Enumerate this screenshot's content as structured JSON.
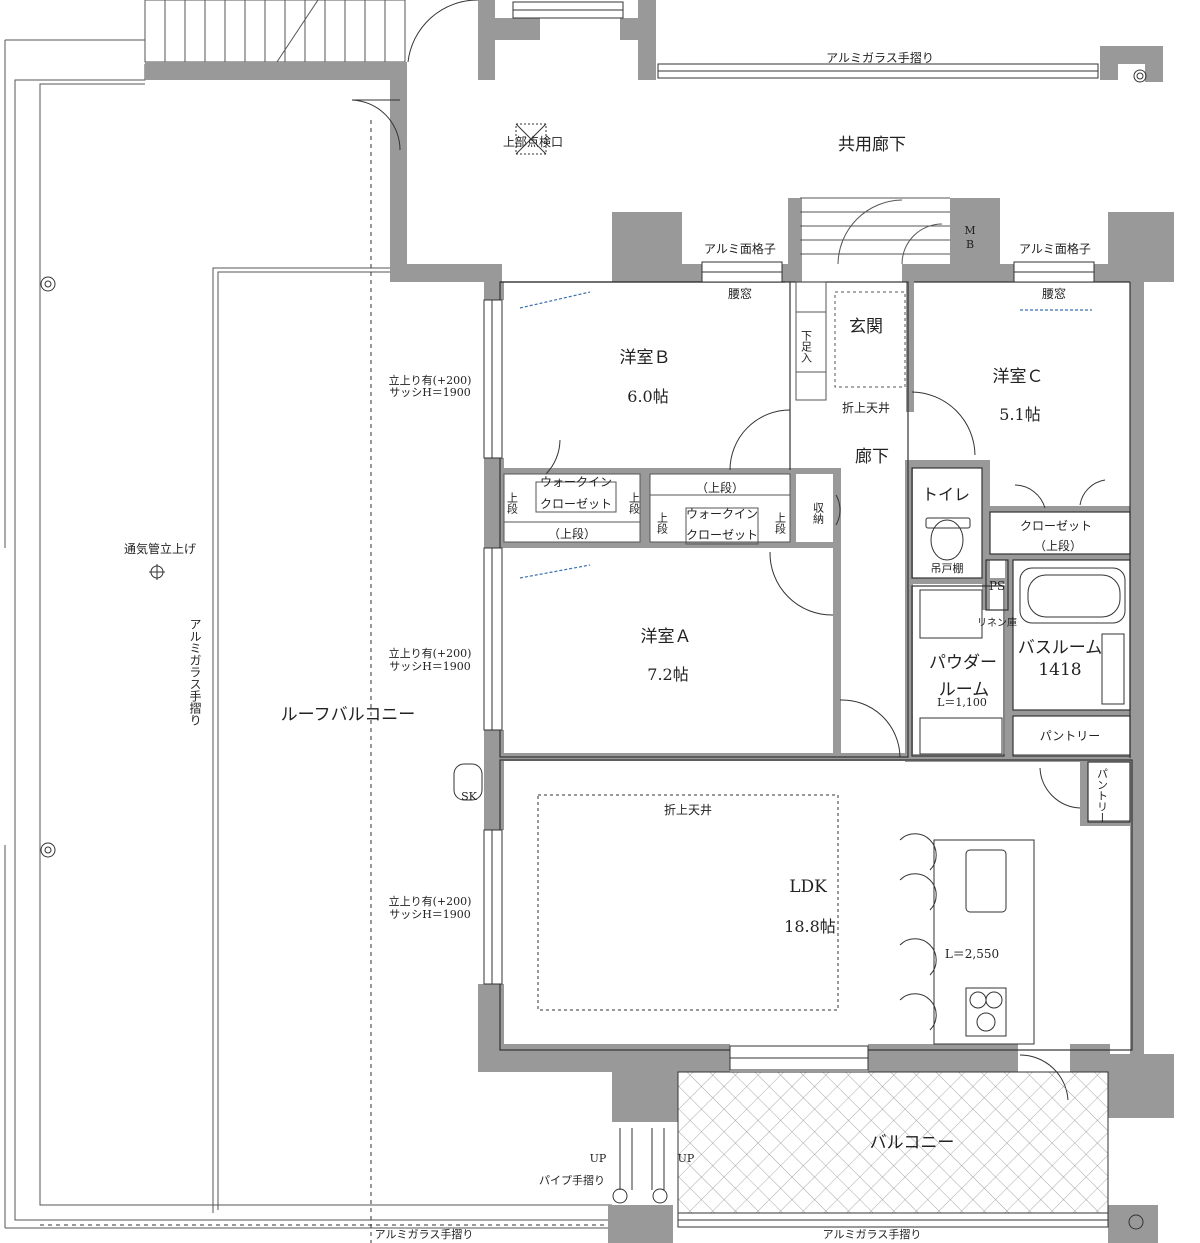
{
  "colors": {
    "wall": "#999999",
    "line": "#333333",
    "paper": "#ffffff",
    "thin": "#555555",
    "window": "#3a6fb0"
  },
  "rooms": {
    "bedroom_b": {
      "name": "洋室Ｂ",
      "size": "6.0帖"
    },
    "bedroom_c": {
      "name": "洋室Ｃ",
      "size": "5.1帖"
    },
    "bedroom_a": {
      "name": "洋室Ａ",
      "size": "7.2帖"
    },
    "ldk": {
      "name": "LDK",
      "size": "18.8帖"
    },
    "entrance": "玄関",
    "hallway": "廊下",
    "toilet": "トイレ",
    "powder_1": "パウダー",
    "powder_2": "ルーム",
    "bath_1": "バスルーム",
    "bath_2": "1418",
    "shared_corridor": "共用廊下",
    "roof_balcony": "ルーフバルコニー",
    "balcony": "バルコニー"
  },
  "labels": {
    "rail_top": "アルミガラス手摺り",
    "rail_side": "アルミガラス手摺り",
    "rail_bottom_left": "アルミガラス手摺り",
    "rail_bottom_right": "アルミガラス手摺り",
    "grille_left": "アルミ面格子",
    "grille_right": "アルミ面格子",
    "waist_window_left": "腰窓",
    "waist_window_right": "腰窓",
    "inspection_port": "上部点検口",
    "vent_pipe": "通気管立上げ",
    "step_1a": "立上り有(+200)",
    "step_1b": "サッシH＝1900",
    "step_2a": "立上り有(+200)",
    "step_2b": "サッシH＝1900",
    "step_3a": "立上り有(+200)",
    "step_3b": "サッシH＝1900",
    "fold_ceiling_hall": "折上天井",
    "fold_ceiling_ldk": "折上天井",
    "shoe_storage": "下足入",
    "mb": "MB",
    "storage": "収納",
    "wic_b_1": "ウォークイン",
    "wic_b_2": "クローゼット",
    "wic_a_1": "ウォークイン",
    "wic_a_2": "クローゼット",
    "upper_shelf": "（上段）",
    "upper_shelf_v": "上段",
    "closet_c": "クローゼット",
    "hanging_shelf": "吊戸棚",
    "ps": "PS",
    "linen": "リネン庫",
    "powder_width": "L＝1,100",
    "pantry_1": "パントリー",
    "pantry_2": "パントリー",
    "kitchen_width": "L＝2,550",
    "sk": "SK",
    "up_1": "UP",
    "up_2": "UP",
    "pipe_rail": "パイプ手摺り"
  }
}
